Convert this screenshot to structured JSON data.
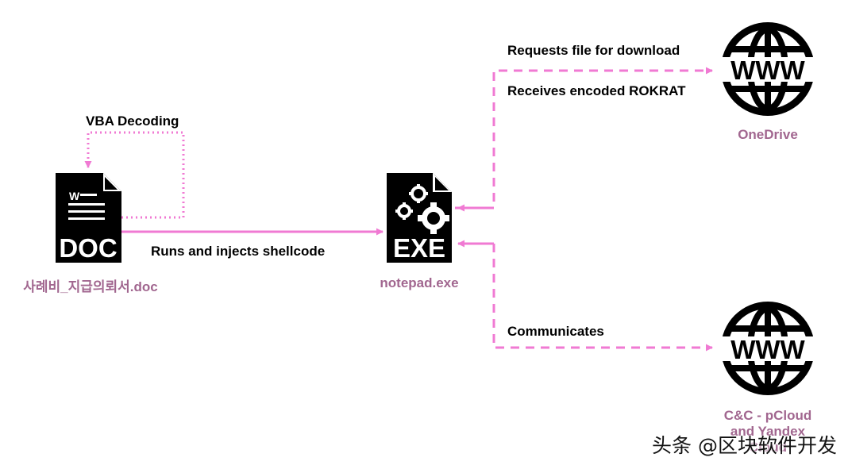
{
  "nodes": {
    "doc": {
      "icon": "doc-file-icon",
      "icon_text": "DOC",
      "icon_header": "W",
      "label": "사례비_지급의뢰서.doc"
    },
    "exe": {
      "icon": "exe-gears-file-icon",
      "icon_text": "EXE",
      "label": "notepad.exe"
    },
    "onedrive": {
      "icon": "www-globe-icon",
      "icon_text": "WWW",
      "label": "OneDrive"
    },
    "cnc": {
      "icon": "www-globe-icon",
      "icon_text": "WWW",
      "label_lines": [
        "C&C - pCloud",
        "and Yandex",
        "Cloud"
      ]
    }
  },
  "edges": {
    "vba": "VBA Decoding",
    "shellcode": "Runs and injects shellcode",
    "request": "Requests file for download",
    "receive": "Receives encoded ROKRAT",
    "communicate": "Communicates"
  },
  "watermark": "头条 @区块软件开发",
  "colors": {
    "arrow": "#f07ad3",
    "node_label": "#a1668f",
    "icon": "#000000"
  }
}
